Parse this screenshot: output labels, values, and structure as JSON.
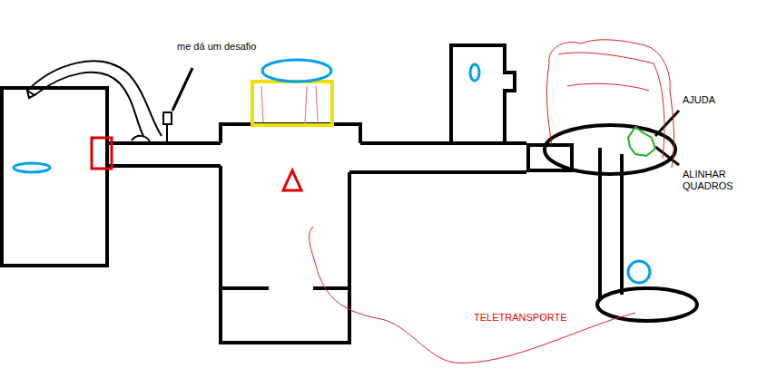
{
  "diagram": {
    "labels": [
      "me dá um desafio",
      "AJUDA",
      "ALINHAR QUADROS",
      "TELETRANSPORTE"
    ]
  }
}
